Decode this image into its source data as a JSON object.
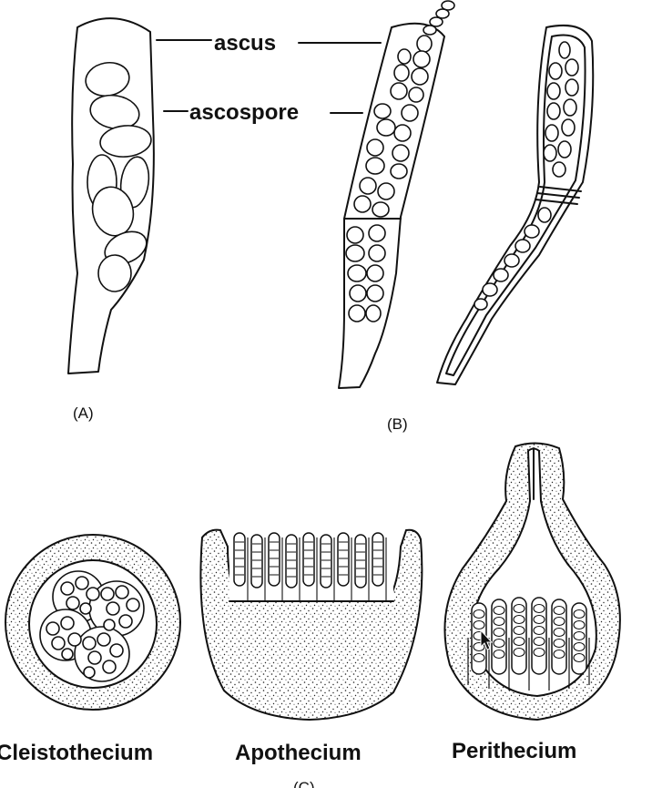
{
  "labels": {
    "ascus": "ascus",
    "ascospore": "ascospore",
    "panel_a": "(A)",
    "panel_b": "(B)",
    "panel_c": "(C)",
    "cleistothecium": "Cleistothecium",
    "apothecium": "Apothecium",
    "perithecium": "Perithecium"
  },
  "colors": {
    "ink": "#111111",
    "paper": "#ffffff"
  }
}
